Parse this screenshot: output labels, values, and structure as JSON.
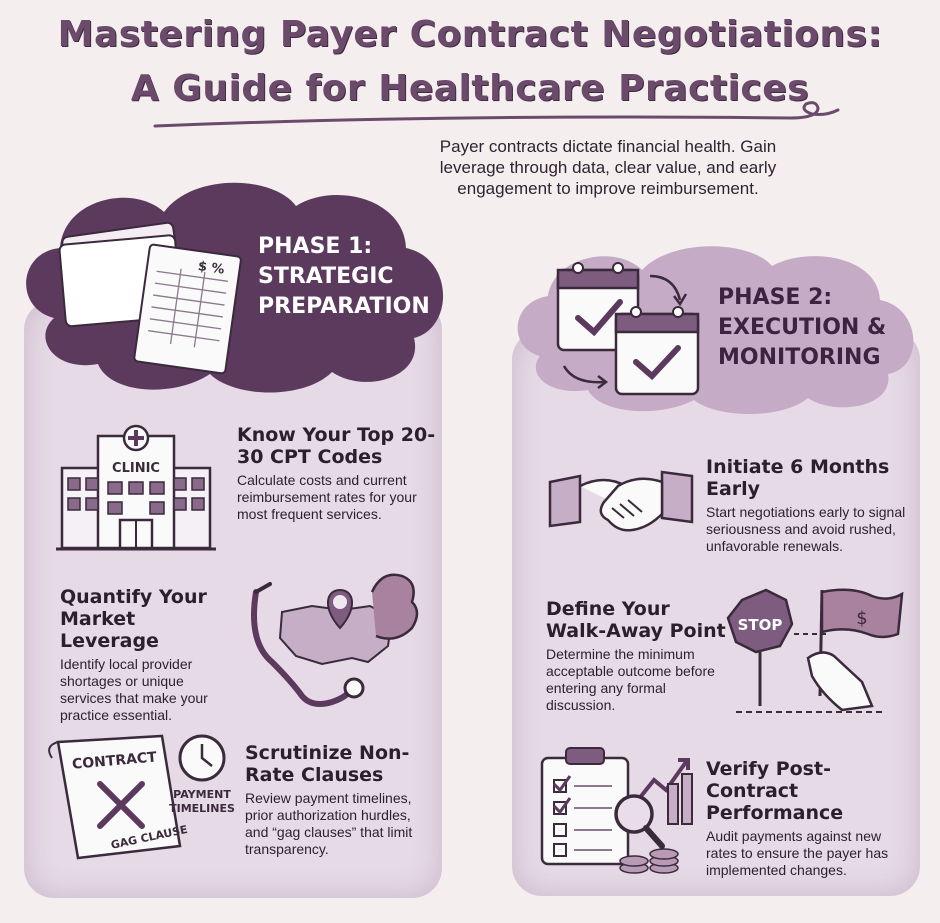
{
  "title": {
    "line1": "Mastering Payer Contract Negotiations:",
    "line2": "A Guide for Healthcare Practices"
  },
  "intro": "Payer contracts dictate financial health. Gain leverage through data, clear value, and early engagement to improve reimbursement.",
  "colors": {
    "plum_dark": "#5a3a5c",
    "plum_mid": "#8a6a8a",
    "panel_light": "#e6dae6",
    "background": "#f4efee"
  },
  "phase1": {
    "label_line1": "PHASE 1:",
    "label_line2": "STRATEGIC",
    "label_line3": "PREPARATION",
    "icon": "folders-and-spreadsheet-icon",
    "spreadsheet_symbols": "$ %",
    "sections": [
      {
        "heading": "Know Your Top 20-30 CPT Codes",
        "text": "Calculate costs and current reimbursement rates for your most frequent services.",
        "icon": "clinic-building-icon",
        "icon_label": "CLINIC"
      },
      {
        "heading": "Quantify Your Market Leverage",
        "text": "Identify local provider shortages or unique services that make your practice essential.",
        "icon": "stethoscope-map-icon"
      },
      {
        "heading": "Scrutinize Non-Rate Clauses",
        "text": "Review payment timelines, prior authorization hurdles, and “gag clauses” that limit transparency.",
        "icon": "contract-clock-icon",
        "contract_label": "CONTRACT",
        "gag_label": "GAG CLAUSE",
        "timeline_label_1": "PAYMENT",
        "timeline_label_2": "TIMELINES"
      }
    ]
  },
  "phase2": {
    "label_line1": "PHASE 2:",
    "label_line2": "EXECUTION &",
    "label_line3": "MONITORING",
    "icon": "calendar-checks-icon",
    "sections": [
      {
        "heading": "Initiate 6 Months Early",
        "text": "Start negotiations early to signal seriousness and avoid rushed, unfavorable renewals.",
        "icon": "handshake-icon"
      },
      {
        "heading": "Define Your Walk-Away Point",
        "text": "Determine the minimum acceptable outcome before entering any formal discussion.",
        "icon": "stop-sign-flag-icon",
        "stop_label": "STOP",
        "flag_symbol": "$"
      },
      {
        "heading": "Verify Post-Contract Performance",
        "text": "Audit payments against new rates to ensure the payer has implemented changes.",
        "icon": "checklist-magnifier-icon"
      }
    ]
  }
}
